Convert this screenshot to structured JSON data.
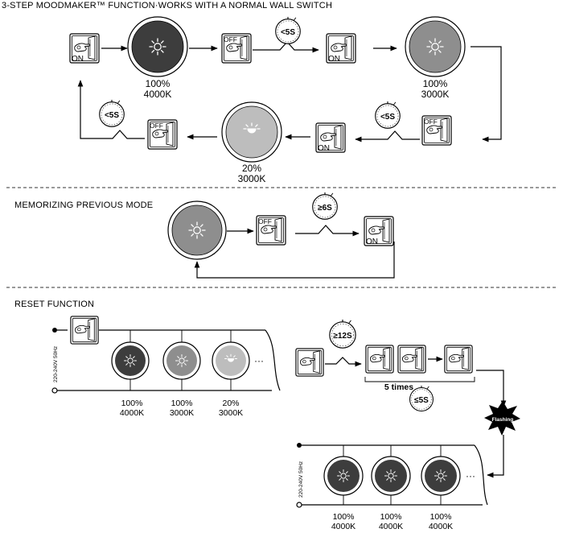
{
  "section1": {
    "title": "3-STEP MOODMAKER™ FUNCTION·WORKS WITH A NORMAL WALL SWITCH",
    "step1_pct": "100%",
    "step1_k": "4000K",
    "step2_pct": "100%",
    "step2_k": "3000K",
    "step3_pct": "20%",
    "step3_k": "3000K",
    "timer": "<5S"
  },
  "section2": {
    "title": "MEMORIZING PREVIOUS MODE",
    "timer": "≥6S"
  },
  "section3": {
    "title": "RESET FUNCTION",
    "timer_hold": "≥12S",
    "times": "5 times",
    "timer_repeat": "≤5S",
    "flashing": "Flashing",
    "voltage": "220-240V 50Hz",
    "lamp1_pct": "100%",
    "lamp1_k": "4000K",
    "lamp2_pct": "100%",
    "lamp2_k": "3000K",
    "lamp3_pct": "20%",
    "lamp3_k": "3000K",
    "after_pct": "100%",
    "after_k": "4000K",
    "ellipsis": "···"
  },
  "switch": {
    "on": "ON",
    "off": "OFF"
  },
  "colors": {
    "lamp_4000k": "#3d3d3d",
    "lamp_3000k": "#8e8e8e",
    "lamp_20": "#bdbdbd",
    "line": "#000000"
  },
  "icons": [
    "wall-switch-icon",
    "hand-icon",
    "bulb-icon",
    "timer-icon",
    "flash-burst-icon",
    "arrow-icon"
  ]
}
